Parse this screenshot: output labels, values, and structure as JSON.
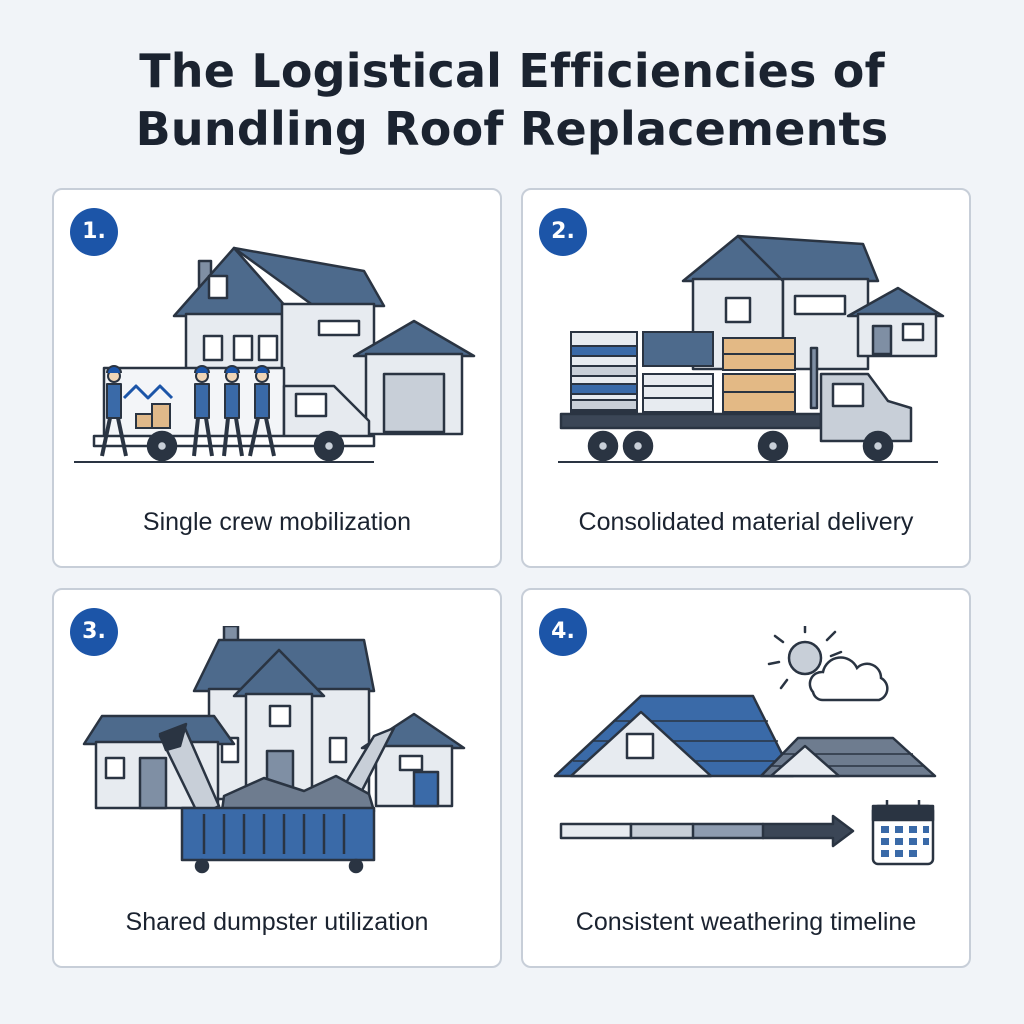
{
  "title": {
    "line1": "The Logistical Efficiencies of",
    "line2": "Bundling Roof Replacements"
  },
  "colors": {
    "accent": "#1c55a8",
    "outline": "#2a3442",
    "roof": "#4d6a8c",
    "card_border": "#c7ced8",
    "background": "#f1f4f8"
  },
  "cards": [
    {
      "number": "1.",
      "caption": "Single crew mobilization",
      "icons": [
        "house-cluster-icon",
        "work-van-icon",
        "crew-workers-icon",
        "material-boxes-icon"
      ]
    },
    {
      "number": "2.",
      "caption": "Consolidated material delivery",
      "icons": [
        "house-cluster-icon",
        "flatbed-truck-icon",
        "shingle-pallets-icon",
        "lumber-pallet-icon"
      ]
    },
    {
      "number": "3.",
      "caption": "Shared dumpster utilization",
      "icons": [
        "house-cluster-icon",
        "debris-chute-icon",
        "dumpster-icon"
      ]
    },
    {
      "number": "4.",
      "caption": "Consistent weathering timeline",
      "icons": [
        "sun-cloud-icon",
        "shingle-roofs-icon",
        "timeline-arrow-icon",
        "calendar-icon"
      ]
    }
  ]
}
